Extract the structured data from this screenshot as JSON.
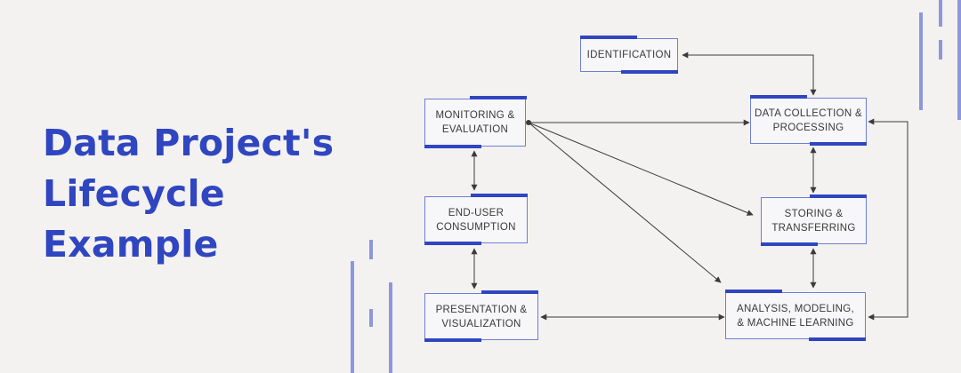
{
  "title": {
    "lines": [
      "Data Project's",
      "Lifecycle",
      "Example"
    ]
  },
  "colors": {
    "accent": "#2f46c0",
    "box_border": "#6d7fd3",
    "decor": "#8c97dc",
    "arrow": "#3b3b3b"
  },
  "nodes": {
    "identification": [
      "IDENTIFICATION"
    ],
    "monitoring": [
      "MONITORING &",
      "EVALUATION"
    ],
    "data_collection": [
      "DATA COLLECTION &",
      "PROCESSING"
    ],
    "end_user": [
      "END-USER",
      "CONSUMPTION"
    ],
    "storing": [
      "STORING &",
      "TRANSFERRING"
    ],
    "presentation": [
      "PRESENTATION &",
      "VISUALIZATION"
    ],
    "analysis": [
      "ANALYSIS, MODELING,",
      "& MACHINE LEARNING"
    ]
  },
  "connections": [
    {
      "from": "identification",
      "to": "data_collection"
    },
    {
      "from": "monitoring",
      "to": "data_collection"
    },
    {
      "from": "monitoring",
      "to": "storing"
    },
    {
      "from": "monitoring",
      "to": "analysis"
    },
    {
      "from": "monitoring",
      "to": "end_user"
    },
    {
      "from": "end_user",
      "to": "presentation"
    },
    {
      "from": "presentation",
      "to": "analysis"
    },
    {
      "from": "data_collection",
      "to": "storing"
    },
    {
      "from": "storing",
      "to": "analysis"
    },
    {
      "from": "analysis",
      "to": "data_collection"
    }
  ]
}
